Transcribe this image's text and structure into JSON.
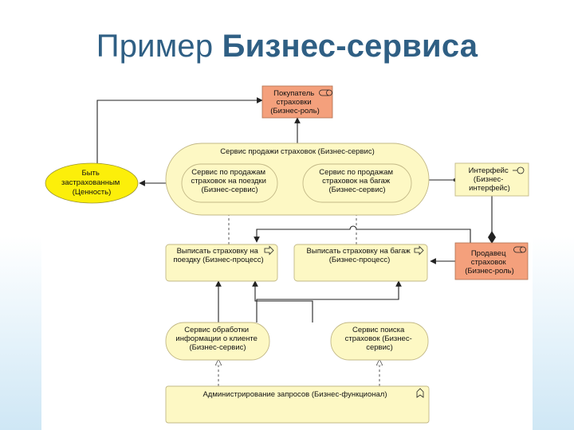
{
  "title": {
    "prefix": "Пример",
    "bold": "Бизнес-сервиса"
  },
  "nodes": {
    "buyer": [
      "Покупатель",
      "страховки",
      "(Бизнес-роль)"
    ],
    "value": [
      "Быть",
      "застрахованным",
      "(Ценность)"
    ],
    "sales_service": [
      "Сервис продажи страховок (Бизнес-сервис)"
    ],
    "trip_service": [
      "Сервис по продажам",
      "страховок на поездки",
      "(Бизнес-сервис)"
    ],
    "baggage_service": [
      "Сервис по продажам",
      "страховок на багаж",
      "(Бизнес-сервис)"
    ],
    "interface": [
      "Интерфейс",
      "(Бизнес-",
      "интерфейс)"
    ],
    "trip_process": [
      "Выписать страховку на",
      "поездку (Бизнес-процесс)"
    ],
    "baggage_process": [
      "Выписать страховку на багаж",
      "(Бизнес-процесс)"
    ],
    "seller": [
      "Продавец",
      "страховок",
      "(Бизнес-роль)"
    ],
    "client_info_service": [
      "Сервис обработки",
      "информации о клиенте",
      "(Бизнес-сервис)"
    ],
    "search_service": [
      "Сервис поиска",
      "страховок (Бизнес-",
      "сервис)"
    ],
    "admin_function": [
      "Администрирование запросов  (Бизнес-функционал)"
    ]
  },
  "colors": {
    "title": "#2f5f84",
    "role_fill": "#f4a07c",
    "service_fill": "#fdf8c4",
    "value_fill": "#fcef0a",
    "stroke": "#b8b08a"
  }
}
